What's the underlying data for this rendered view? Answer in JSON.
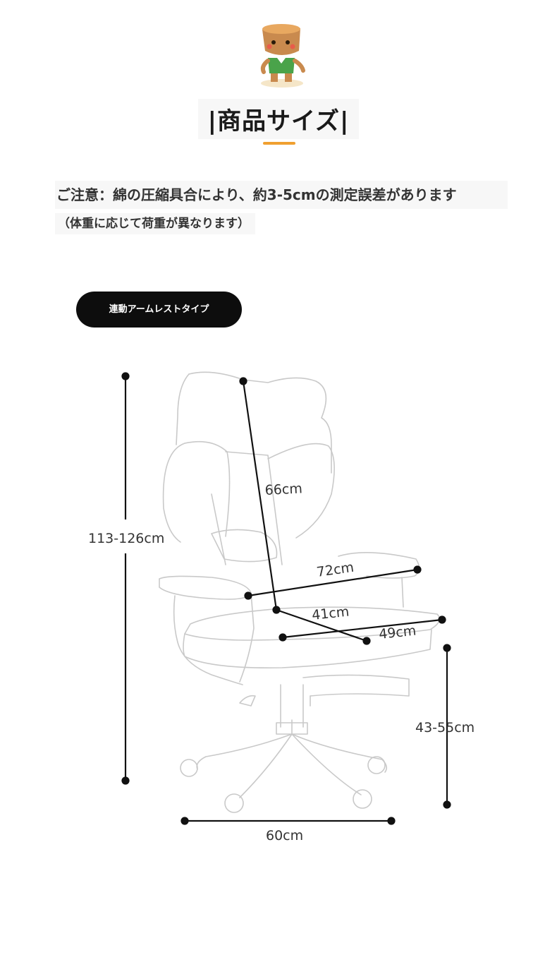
{
  "header": {
    "title": "|商品サイズ|"
  },
  "notice": {
    "main": "ご注意：綿の圧縮具合により、約3-5cmの測定誤差があります",
    "sub": "（体重に応じて荷重が異なります）"
  },
  "type_badge": {
    "label": "連動アームレストタイプ"
  },
  "dimensions": {
    "total_height": "113-126cm",
    "backrest_height": "66cm",
    "arm_width": "72cm",
    "seat_depth": "41cm",
    "seat_width": "49cm",
    "seat_height": "43-55cm",
    "base_width": "60cm"
  },
  "colors": {
    "accent": "#f0a030",
    "badge_bg": "#0d0d0d",
    "line": "#111111"
  }
}
